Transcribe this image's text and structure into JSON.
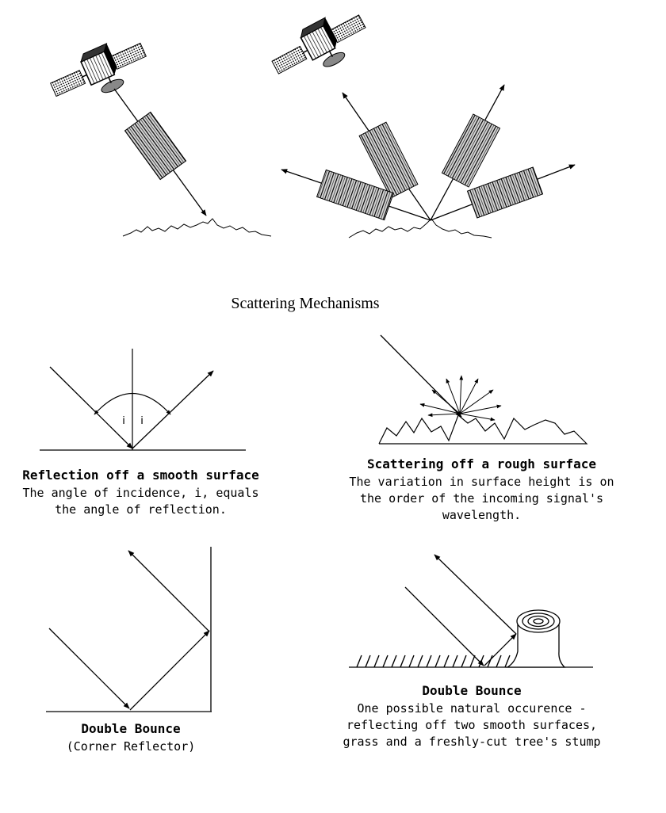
{
  "title": "Scattering Mechanisms",
  "panels": {
    "smooth": {
      "heading": "Reflection off a smooth surface",
      "caption": "The angle of incidence, i, equals the angle of reflection.",
      "angle_label": "i"
    },
    "rough": {
      "heading": "Scattering off a rough surface",
      "caption": "The variation in surface height is on the order of the incoming signal's wavelength."
    },
    "corner": {
      "heading": "Double Bounce",
      "caption": "(Corner Reflector)"
    },
    "stump": {
      "heading": "Double Bounce",
      "caption": "One possible natural occurence - reflecting off two smooth surfaces, grass and a freshly-cut tree's stump"
    }
  }
}
